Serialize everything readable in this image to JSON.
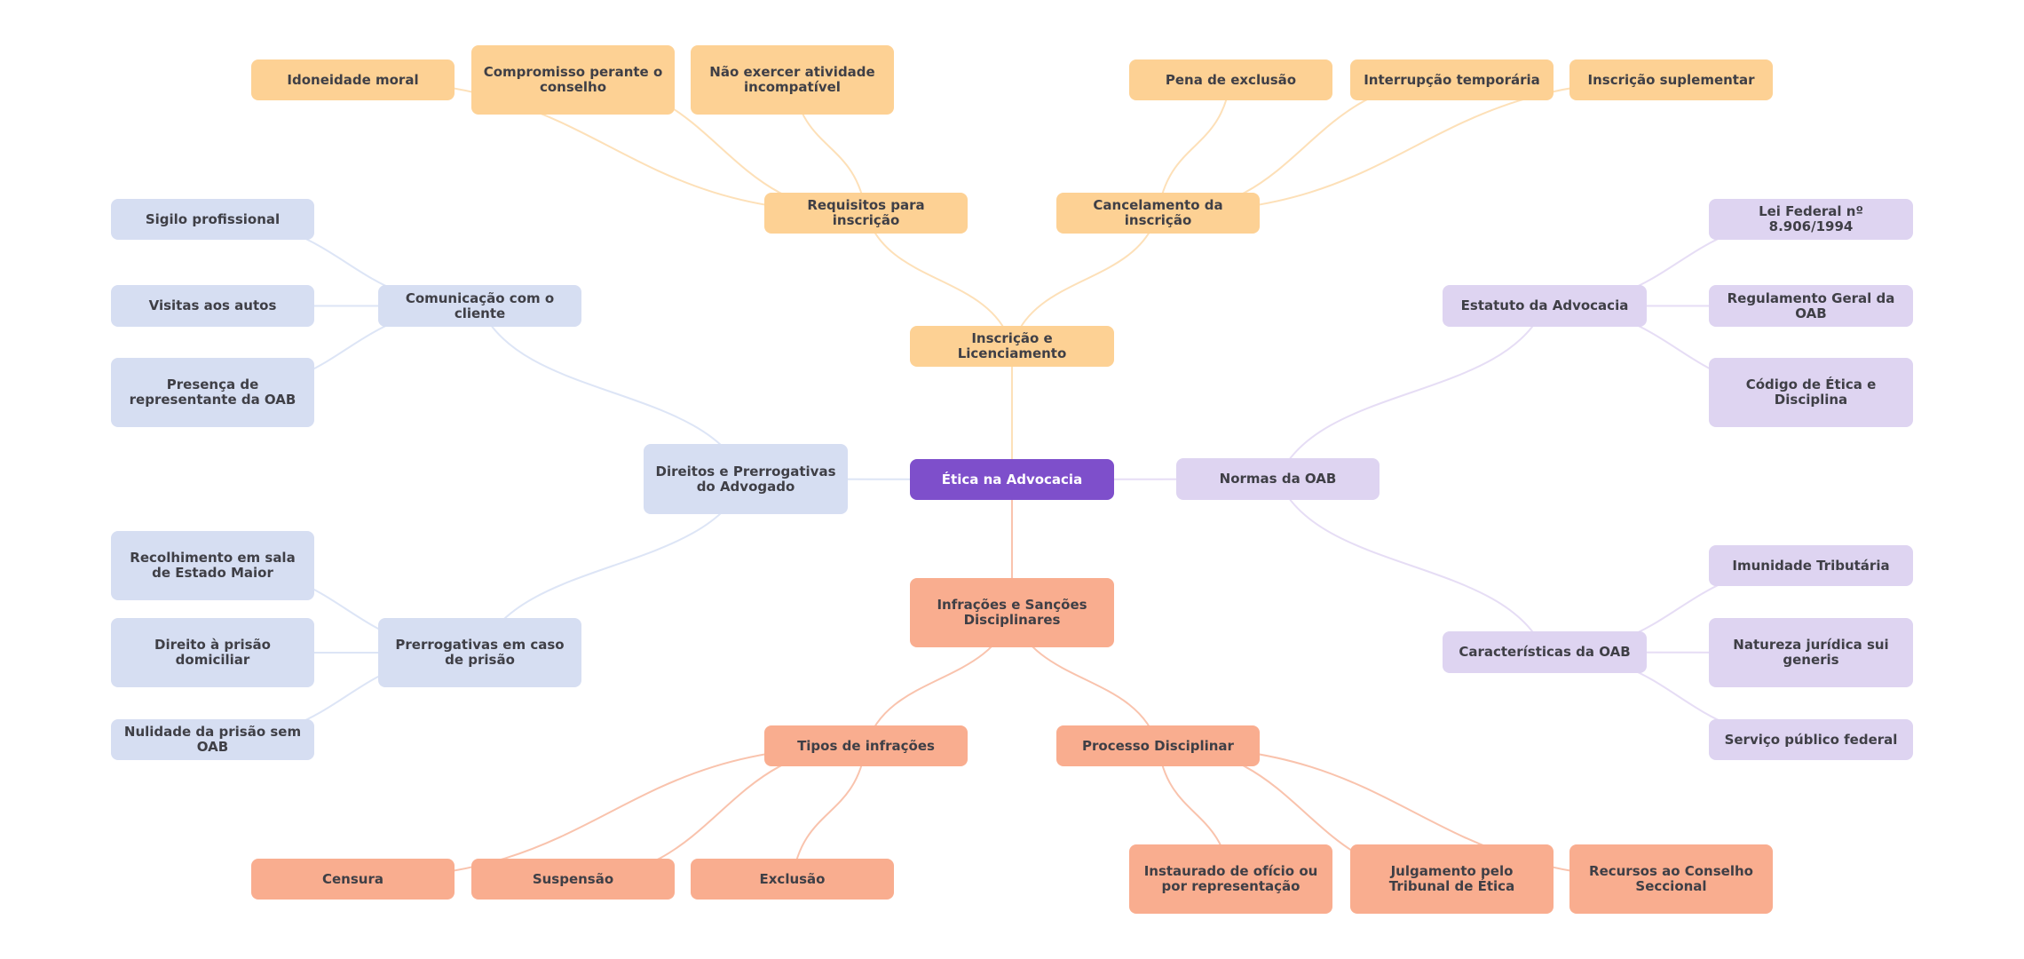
{
  "title": "Ética na Advocacia",
  "colors": {
    "root": "#7e4fcb",
    "inscricao_branch": "#fdd194",
    "direitos_branch": "#d6def2",
    "normas_branch": "#ded4f1",
    "infracoes_branch": "#f9ad8f",
    "edge_inscricao": "#fde0b8",
    "edge_direitos": "#dde5f6",
    "edge_normas": "#e6ddf5",
    "edge_infracoes": "#f9c3ad"
  },
  "nodes": {
    "root": "Ética na Advocacia",
    "inscricao": "Inscrição e Licenciamento",
    "requisitos": "Requisitos para inscrição",
    "idoneidade": "Idoneidade moral",
    "compromisso": "Compromisso perante o conselho",
    "nao_exercer": "Não exercer atividade incompatível",
    "cancelamento": "Cancelamento da inscrição",
    "pena_exclusao": "Pena de exclusão",
    "interrupcao": "Interrupção temporária",
    "suplementar": "Inscrição suplementar",
    "direitos": "Direitos e Prerrogativas do Advogado",
    "comunicacao": "Comunicação com o cliente",
    "sigilo": "Sigilo profissional",
    "visitas": "Visitas aos autos",
    "presenca": "Presença de representante da OAB",
    "prerrogativas": "Prerrogativas em caso de prisão",
    "recolhimento": "Recolhimento em sala de Estado Maior",
    "domiciliar": "Direito à prisão domiciliar",
    "nulidade": "Nulidade da prisão sem OAB",
    "normas": "Normas da OAB",
    "estatuto": "Estatuto da Advocacia",
    "lei": "Lei Federal nº 8.906/1994",
    "regulamento": "Regulamento Geral da OAB",
    "codigo": "Código de Ética e Disciplina",
    "caracteristicas": "Características da OAB",
    "imunidade": "Imunidade Tributária",
    "natureza": "Natureza jurídica sui generis",
    "servico": "Serviço público federal",
    "infracoes": "Infrações e Sanções Disciplinares",
    "tipos": "Tipos de infrações",
    "censura": "Censura",
    "suspensao": "Suspensão",
    "exclusao": "Exclusão",
    "processo": "Processo Disciplinar",
    "instaurado": "Instaurado de ofício ou por representação",
    "julgamento": "Julgamento pelo Tribunal de Ética",
    "recursos": "Recursos ao Conselho Seccional"
  },
  "edges": [
    [
      "root",
      "inscricao",
      "inscricao"
    ],
    [
      "inscricao",
      "requisitos",
      "inscricao"
    ],
    [
      "requisitos",
      "idoneidade",
      "inscricao"
    ],
    [
      "requisitos",
      "compromisso",
      "inscricao"
    ],
    [
      "requisitos",
      "nao_exercer",
      "inscricao"
    ],
    [
      "inscricao",
      "cancelamento",
      "inscricao"
    ],
    [
      "cancelamento",
      "pena_exclusao",
      "inscricao"
    ],
    [
      "cancelamento",
      "interrupcao",
      "inscricao"
    ],
    [
      "cancelamento",
      "suplementar",
      "inscricao"
    ],
    [
      "root",
      "direitos",
      "direitos"
    ],
    [
      "direitos",
      "comunicacao",
      "direitos"
    ],
    [
      "comunicacao",
      "sigilo",
      "direitos"
    ],
    [
      "comunicacao",
      "visitas",
      "direitos"
    ],
    [
      "comunicacao",
      "presenca",
      "direitos"
    ],
    [
      "direitos",
      "prerrogativas",
      "direitos"
    ],
    [
      "prerrogativas",
      "recolhimento",
      "direitos"
    ],
    [
      "prerrogativas",
      "domiciliar",
      "direitos"
    ],
    [
      "prerrogativas",
      "nulidade",
      "direitos"
    ],
    [
      "root",
      "normas",
      "normas"
    ],
    [
      "normas",
      "estatuto",
      "normas"
    ],
    [
      "estatuto",
      "lei",
      "normas"
    ],
    [
      "estatuto",
      "regulamento",
      "normas"
    ],
    [
      "estatuto",
      "codigo",
      "normas"
    ],
    [
      "normas",
      "caracteristicas",
      "normas"
    ],
    [
      "caracteristicas",
      "imunidade",
      "normas"
    ],
    [
      "caracteristicas",
      "natureza",
      "normas"
    ],
    [
      "caracteristicas",
      "servico",
      "normas"
    ],
    [
      "root",
      "infracoes",
      "infracoes"
    ],
    [
      "infracoes",
      "tipos",
      "infracoes"
    ],
    [
      "tipos",
      "censura",
      "infracoes"
    ],
    [
      "tipos",
      "suspensao",
      "infracoes"
    ],
    [
      "tipos",
      "exclusao",
      "infracoes"
    ],
    [
      "infracoes",
      "processo",
      "infracoes"
    ],
    [
      "processo",
      "instaurado",
      "infracoes"
    ],
    [
      "processo",
      "julgamento",
      "infracoes"
    ],
    [
      "processo",
      "recursos",
      "infracoes"
    ]
  ]
}
